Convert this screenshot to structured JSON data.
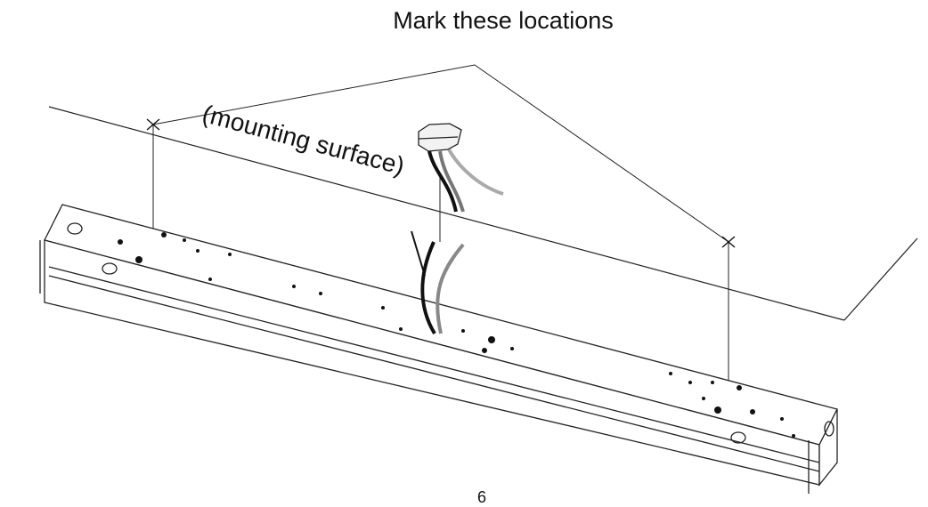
{
  "title": "Mark these locations",
  "surface_label": "(mounting surface)",
  "page_number": "6",
  "icons": [
    "junction-box",
    "mark-location-icon",
    "supply-wire",
    "fixture-wire"
  ]
}
